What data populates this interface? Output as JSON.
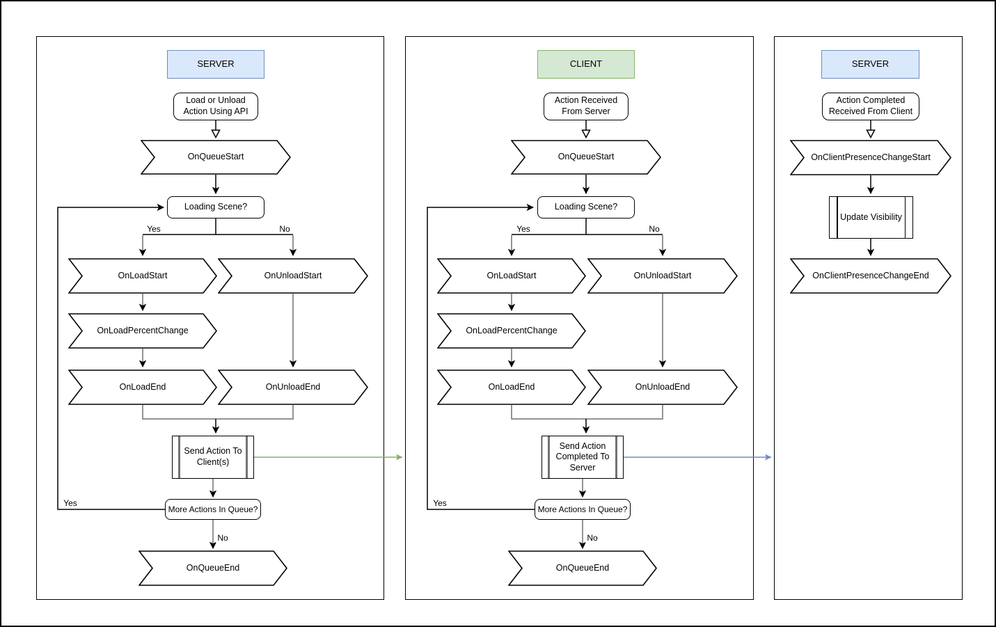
{
  "colors": {
    "server_header_fill": "#dae8fc",
    "server_header_border": "#6c8ebf",
    "client_header_fill": "#d5e8d4",
    "client_header_border": "#82b366",
    "server_to_client_arrow": "#82b366",
    "client_to_server_arrow": "#6c8ebf",
    "connector_gray": "#828282",
    "shape_stroke": "#000000"
  },
  "panels": {
    "server_queue": {
      "header": "SERVER",
      "start": "Load or Unload Action Using API",
      "on_queue_start": "OnQueueStart",
      "loading_scene": "Loading Scene?",
      "branch_yes": "Yes",
      "branch_no": "No",
      "on_load_start": "OnLoadStart",
      "on_unload_start": "OnUnloadStart",
      "on_load_percent_change": "OnLoadPercentChange",
      "on_load_end": "OnLoadEnd",
      "on_unload_end": "OnUnloadEnd",
      "send_action": "Send Action To Client(s)",
      "more_actions": "More Actions In Queue?",
      "loop_yes": "Yes",
      "end_no": "No",
      "on_queue_end": "OnQueueEnd"
    },
    "client_queue": {
      "header": "CLIENT",
      "start": "Action Received From Server",
      "on_queue_start": "OnQueueStart",
      "loading_scene": "Loading Scene?",
      "branch_yes": "Yes",
      "branch_no": "No",
      "on_load_start": "OnLoadStart",
      "on_unload_start": "OnUnloadStart",
      "on_load_percent_change": "OnLoadPercentChange",
      "on_load_end": "OnLoadEnd",
      "on_unload_end": "OnUnloadEnd",
      "send_action": "Send Action Completed To Server",
      "more_actions": "More Actions In Queue?",
      "loop_yes": "Yes",
      "end_no": "No",
      "on_queue_end": "OnQueueEnd"
    },
    "server_presence": {
      "header": "SERVER",
      "start": "Action Completed Received From Client",
      "on_client_presence_change_start": "OnClientPresenceChangeStart",
      "update_visibility": "Update Visibility",
      "on_client_presence_change_end": "OnClientPresenceChangeEnd"
    }
  }
}
